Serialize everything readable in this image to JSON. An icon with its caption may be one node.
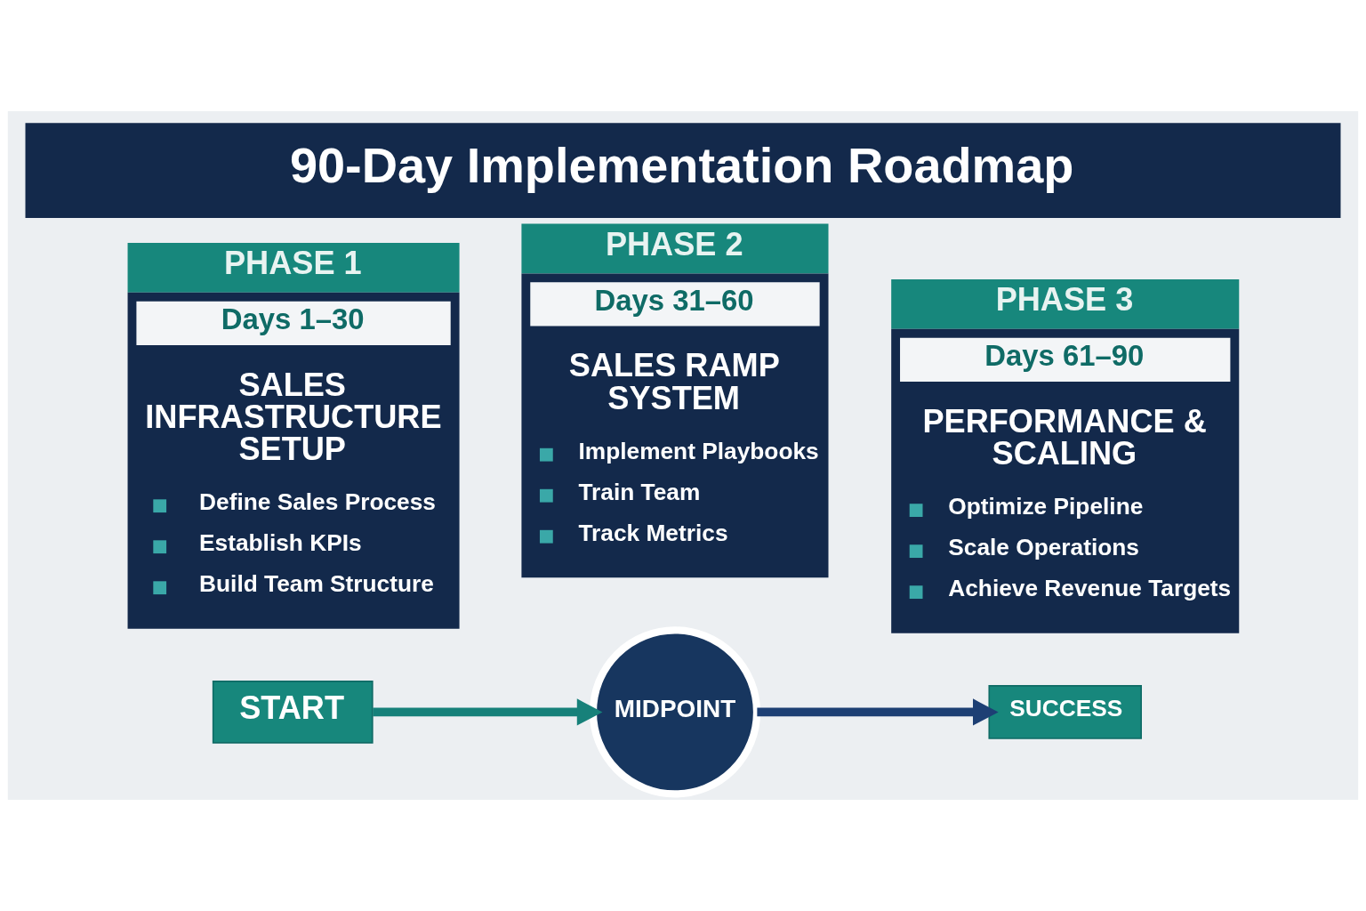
{
  "diagram": {
    "title": "90-Day Implementation Roadmap",
    "nodes": [
      {
        "text": [
          "PHASE 1",
          "Days 1–30",
          "SALES INFRASTRUCTURE SETUP",
          "Define Sales Process",
          "Establish KPIs",
          "Build Team Structure"
        ]
      },
      {
        "text": [
          "PHASE 2",
          "Days 31–60",
          "SALES RAMP SYSTEM",
          "Implement Playbooks",
          "Train Team",
          "Track Metrics"
        ]
      },
      {
        "text": [
          "PHASE 3",
          "Days 61–90",
          "PERFORMANCE & SCALING",
          "Optimize Pipeline",
          "Scale Operations",
          "Achieve Revenue Targets"
        ]
      },
      {
        "text": [
          "START"
        ]
      },
      {
        "text": [
          "MIDPOINT"
        ]
      },
      {
        "text": [
          "SUCCESS"
        ]
      }
    ],
    "edges": [
      {
        "from": 3,
        "to": 4,
        "arrow": "to",
        "color": "#17817a"
      },
      {
        "from": 4,
        "to": 5,
        "arrow": "to",
        "color": "#1d3f74"
      }
    ]
  }
}
